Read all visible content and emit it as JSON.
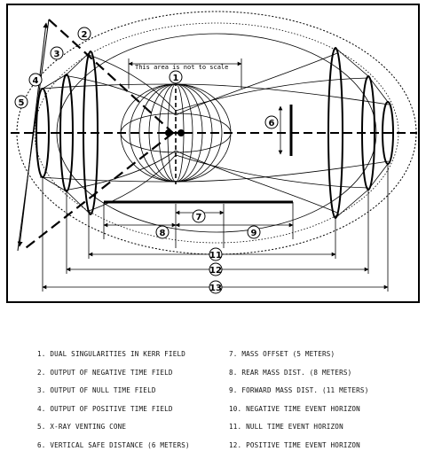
{
  "diagram": {
    "note": "This area is not to scale",
    "callouts": [
      "1",
      "2",
      "3",
      "4",
      "5",
      "6",
      "7",
      "8",
      "9",
      "11",
      "12",
      "13"
    ]
  },
  "legend": {
    "left": [
      "1. DUAL SINGULARITIES IN KERR FIELD",
      "2. OUTPUT OF NEGATIVE TIME FIELD",
      "3. OUTPUT OF NULL TIME FIELD",
      "4. OUTPUT OF POSITIVE TIME FIELD",
      "5. X-RAY VENTING CONE",
      "6. VERTICAL SAFE DISTANCE (6 METERS)"
    ],
    "right": [
      "7. MASS OFFSET (5 METERS)",
      "8. REAR MASS DIST. (8 METERS)",
      "9. FORWARD MASS DIST. (11 METERS)",
      "10. NEGATIVE TIME EVENT HORIZON",
      "11. NULL TIME EVENT HORIZON",
      "12. POSITIVE TIME EVENT HORIZON"
    ]
  }
}
